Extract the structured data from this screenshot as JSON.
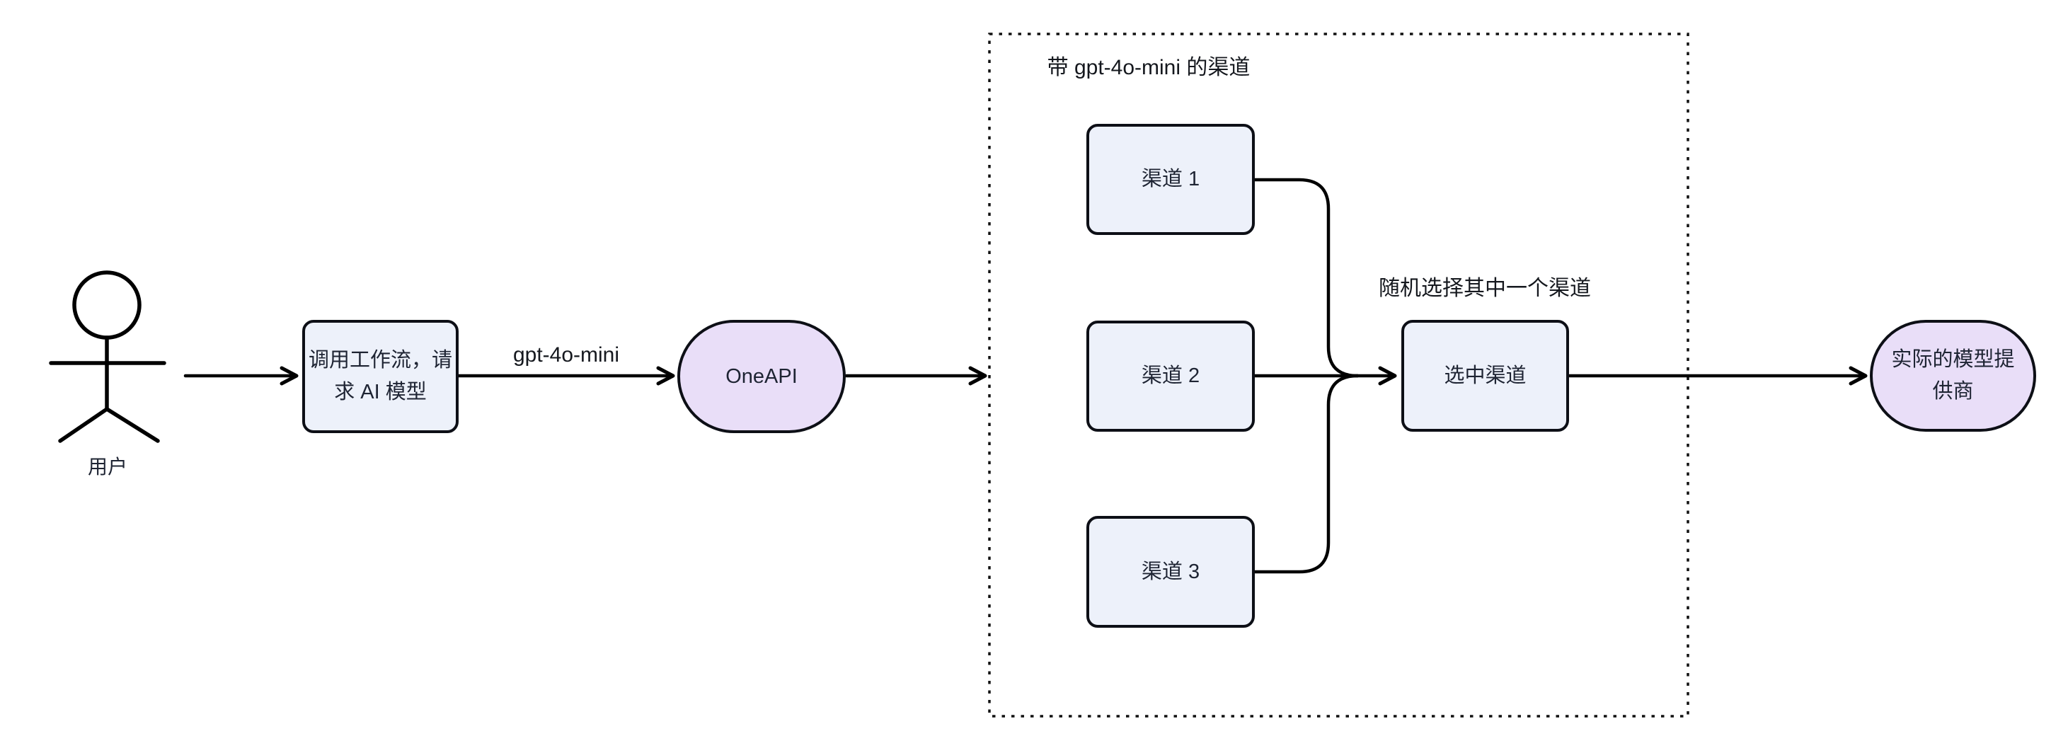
{
  "diagram": {
    "type": "flowchart",
    "background": "#ffffff",
    "colors": {
      "background": "#ffffff",
      "node_fill": "#edf1fa",
      "stadium_fill": "#e9def8",
      "node_border": "#0d0f16",
      "node_text": "#1e2433",
      "label_text": "#15181e",
      "edge_stroke": "#000000",
      "container_border": "#111111"
    },
    "actor": {
      "label": "用户"
    },
    "nodes": {
      "workflow": {
        "lines": [
          "调用工作流，请",
          "求 AI 模型"
        ]
      },
      "oneapi": {
        "label": "OneAPI"
      },
      "channel1": {
        "label": "渠道 1"
      },
      "channel2": {
        "label": "渠道 2"
      },
      "channel3": {
        "label": "渠道 3"
      },
      "selected": {
        "label": "选中渠道"
      },
      "provider": {
        "lines": [
          "实际的模型提",
          "供商"
        ]
      }
    },
    "edge_labels": {
      "model": "gpt-4o-mini",
      "selection_hint": "随机选择其中一个渠道"
    },
    "subgraph": {
      "title": "带 gpt-4o-mini 的渠道"
    }
  }
}
